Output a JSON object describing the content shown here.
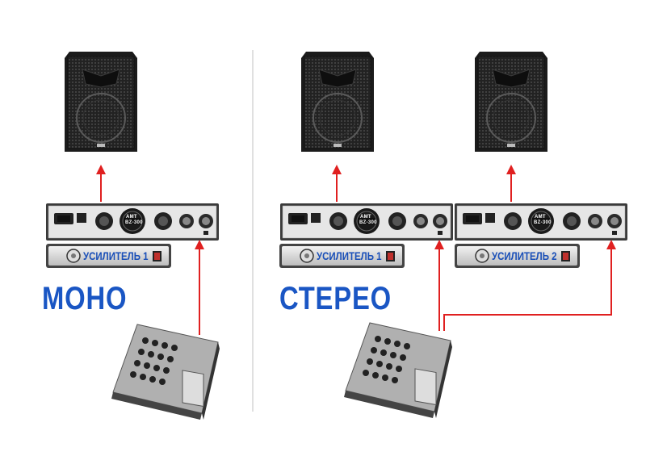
{
  "labels": {
    "mono": "МОНО",
    "stereo": "СТЕРЕО"
  },
  "amplifiers": [
    {
      "label": "УСИЛИТЕЛЬ 1",
      "model": "BZ-300",
      "brand": "AMT"
    },
    {
      "label": "УСИЛИТЕЛЬ 1",
      "model": "BZ-300",
      "brand": "AMT"
    },
    {
      "label": "УСИЛИТЕЛЬ 2",
      "model": "BZ-300",
      "brand": "AMT"
    }
  ],
  "colors": {
    "label_blue": "#1a56c4",
    "cable_red": "#e02020",
    "panel_dark": "#2a2a2a",
    "panel_silver": "#d9d9d9"
  }
}
